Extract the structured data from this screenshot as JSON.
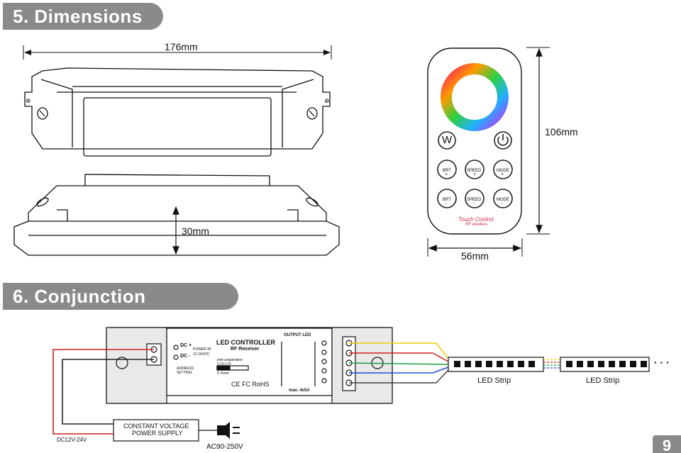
{
  "sections": {
    "dimensions_title": "5. Dimensions",
    "conjunction_title": "6. Conjunction Diagram"
  },
  "dimensions": {
    "length": "176mm",
    "height": "30mm",
    "remote_height": "106mm",
    "remote_width": "56mm"
  },
  "remote": {
    "w_button": "W",
    "power_icon": "power-icon",
    "buttons": [
      {
        "label": "BRT",
        "sign": "+"
      },
      {
        "label": "SPEED",
        "sign": "+"
      },
      {
        "label": "MODE",
        "sign": "+"
      },
      {
        "label": "BRT",
        "sign": "-"
      },
      {
        "label": "SPEED",
        "sign": "-"
      },
      {
        "label": "MODE",
        "sign": "-"
      }
    ],
    "brand": "Touch Control",
    "sub": "RF wireless"
  },
  "controller": {
    "title": "LED CONTROLLER",
    "subtitle": "RF Receiver",
    "dc_plus": "DC +",
    "dc_minus": "DC -",
    "power_in": "POWER IN",
    "power_range": "12-24VDC",
    "address": "ADDRESS",
    "setting": "SETTING",
    "wire_prep": "wire preparation",
    "wire_size": "0.15-2.5²",
    "strip_len": "5~6mm",
    "cert": "CE FC RoHS",
    "output_led": "OUTPUT LED",
    "max": "max. 4x5A"
  },
  "power_supply": {
    "line1": "CONSTANT VOLTAGE",
    "line2": "POWER SUPPLY",
    "dc_label": "DC12V-24V",
    "ac_label": "AC90-250V"
  },
  "strips": {
    "label1": "LED Strip",
    "label2": "LED Strip",
    "dots": "· · ·"
  },
  "colors": {
    "red": "#d22020",
    "black": "#222222",
    "yellow": "#e8d000",
    "green": "#1aa040",
    "blue": "#2050d0"
  },
  "corner": "9"
}
